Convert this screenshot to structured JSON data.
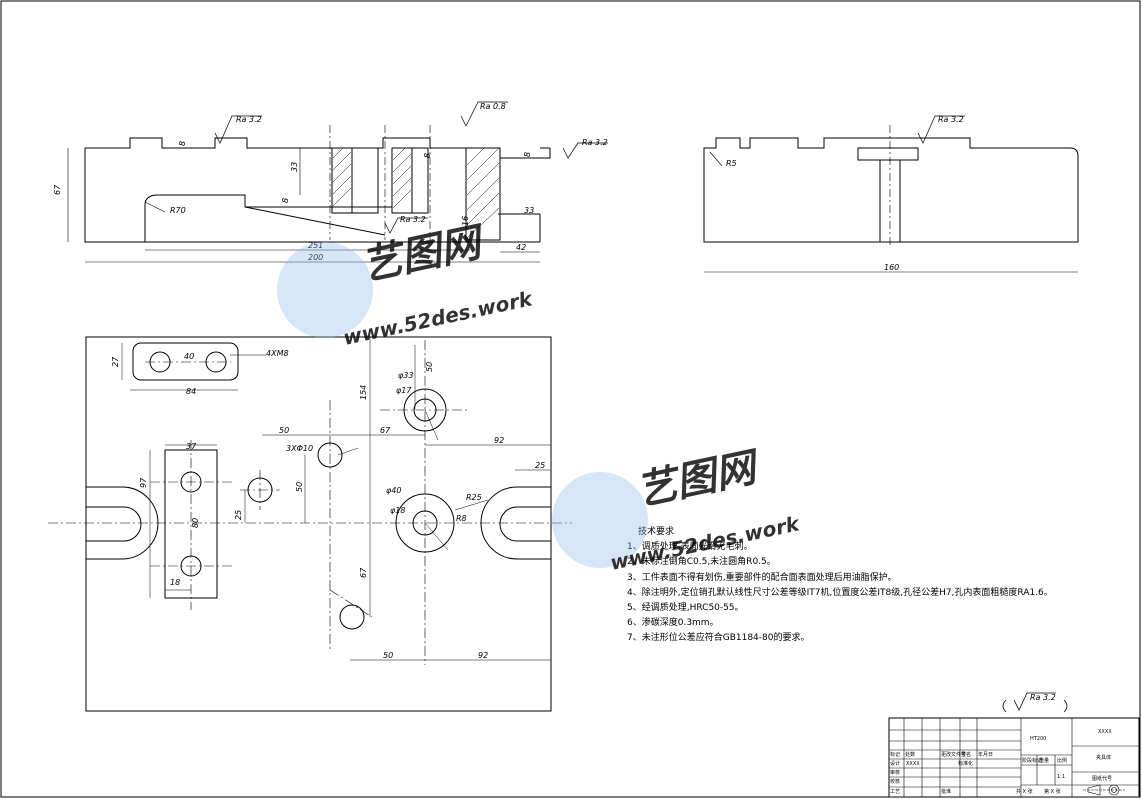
{
  "dimensions": {
    "front_view": [
      "67",
      "8",
      "33",
      "251",
      "200",
      "8",
      "R70",
      "Ra 3.2",
      "Ra 0.8",
      "Ra 3.2",
      "Ra 3.2",
      "8",
      "8",
      "16",
      "33",
      "42"
    ],
    "side_view": [
      "R5",
      "Ra 3.2",
      "160"
    ],
    "top_view": [
      "27",
      "40",
      "4XM8",
      "84",
      "φ33",
      "φ17",
      "154",
      "50",
      "50",
      "67",
      "92",
      "3XΦ10",
      "37",
      "97",
      "25",
      "φ40",
      "φ18",
      "50",
      "R25",
      "R8",
      "80",
      "67",
      "18",
      "50",
      "92",
      "25"
    ]
  },
  "tech_requirements": {
    "title": "技术要求",
    "items": [
      "1、调质处理,表面光滑无毛刺。",
      "2、未标注倒角C0.5,未注圆角R0.5。",
      "3、工件表面不得有划伤,重要部件的配合面表面处理后用油脂保护。",
      "4、除注明外,定位销孔默认线性尺寸公差等级IT7机,位置度公差IT8级,孔径公差H7,孔内表面粗糙度RA1.6。",
      "5、经调质处理,HRC50-55。",
      "6、渗碳深度0.3mm。",
      "7、未注形位公差应符合GB1184-80的要求。"
    ]
  },
  "general_roughness": "Ra 3.2",
  "title_block": {
    "material": "HT200",
    "company": "XXXX",
    "part_name": "夹具体",
    "drawing_no": "图纸代号",
    "scale": "1:1",
    "row_labels": [
      "标记",
      "处数",
      "更改文件号",
      "签名",
      "年月日",
      "设计",
      "校核",
      "审核",
      "工艺",
      "批准"
    ],
    "headers": [
      "阶段标记",
      "重量",
      "比例"
    ],
    "designer": "XXXX",
    "standardized": "标准化",
    "sheets": "共 X 张",
    "sheet_no": "第 X 张"
  },
  "watermark": {
    "brand": "艺图网",
    "url": "www.52des.work"
  },
  "colors": {
    "line": "#000000",
    "watermark": "#4a8fd8"
  }
}
